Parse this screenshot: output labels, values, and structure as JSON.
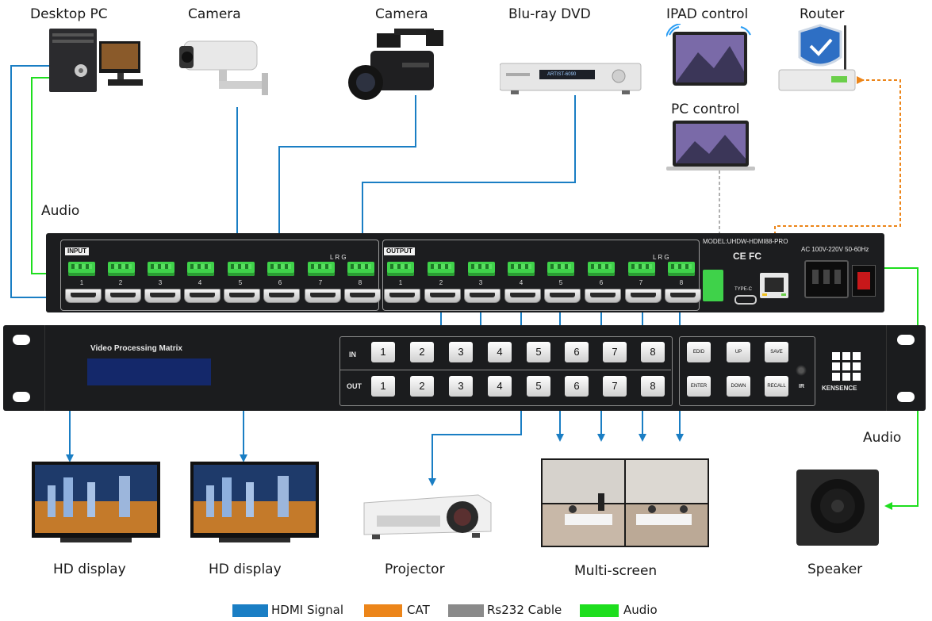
{
  "devices": {
    "desktop_pc": "Desktop PC",
    "camera_1": "Camera",
    "camera_2": "Camera",
    "bluray": "Blu-ray DVD",
    "ipad": "IPAD control",
    "router": "Router",
    "pc_control": "PC control",
    "hd_display_1": "HD display",
    "hd_display_2": "HD display",
    "projector": "Projector",
    "multiscreen": "Multi-screen",
    "speaker": "Speaker"
  },
  "audio_labels": {
    "left": "Audio",
    "right": "Audio"
  },
  "rear_panel": {
    "input_tag": "INPUT",
    "output_tag": "OUTPUT",
    "lrg": "L  R  G",
    "model": "MODEL:UHDW-HDMI88-PRO",
    "certs": "CE FC",
    "type_c": "TYPE-C",
    "power": "AC 100V-220V 50-60Hz",
    "ports": [
      "1",
      "2",
      "3",
      "4",
      "5",
      "6",
      "7",
      "8"
    ],
    "dvd_display": "ARTIST-6090"
  },
  "front_panel": {
    "title": "Video Processing Matrix",
    "in_label": "IN",
    "out_label": "OUT",
    "in_keys": [
      "1",
      "2",
      "3",
      "4",
      "5",
      "6",
      "7",
      "8"
    ],
    "out_keys": [
      "1",
      "2",
      "3",
      "4",
      "5",
      "6",
      "7",
      "8"
    ],
    "func_keys_top": [
      "EDID",
      "UP",
      "SAVE"
    ],
    "func_keys_bottom": [
      "ENTER",
      "DOWN",
      "RECALL"
    ],
    "ir": "IR",
    "brand": "KENSENCE"
  },
  "legend": [
    {
      "label": "HDMI Signal",
      "color": "#1a7ec4"
    },
    {
      "label": "CAT",
      "color": "#ec8519"
    },
    {
      "label": "Rs232 Cable",
      "color": "#8a8a8a"
    },
    {
      "label": "Audio",
      "color": "#1ede1e"
    }
  ],
  "colors": {
    "hdmi": "#1a7ec4",
    "cat": "#ec8519",
    "rs232": "#8a8a8a",
    "audio": "#1ede1e"
  }
}
